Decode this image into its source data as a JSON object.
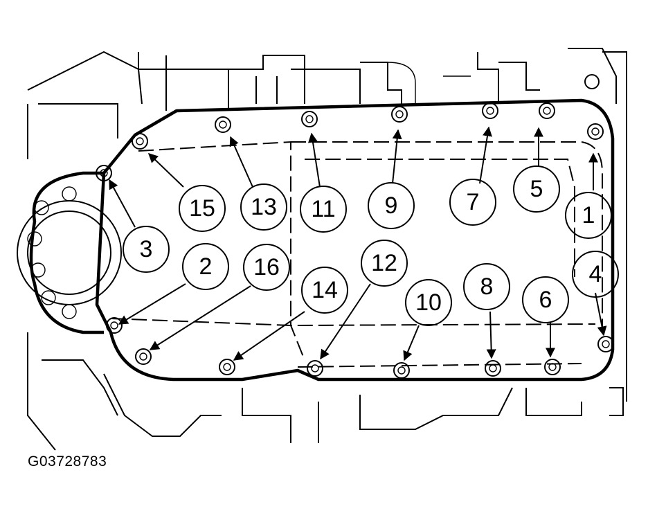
{
  "figure_code": "G03728783",
  "callouts": [
    {
      "id": "c1",
      "label": "1"
    },
    {
      "id": "c2",
      "label": "2"
    },
    {
      "id": "c3",
      "label": "3"
    },
    {
      "id": "c4",
      "label": "4"
    },
    {
      "id": "c5",
      "label": "5"
    },
    {
      "id": "c6",
      "label": "6"
    },
    {
      "id": "c7",
      "label": "7"
    },
    {
      "id": "c8",
      "label": "8"
    },
    {
      "id": "c9",
      "label": "9"
    },
    {
      "id": "c10",
      "label": "10"
    },
    {
      "id": "c11",
      "label": "11"
    },
    {
      "id": "c12",
      "label": "12"
    },
    {
      "id": "c13",
      "label": "13"
    },
    {
      "id": "c14",
      "label": "14"
    },
    {
      "id": "c15",
      "label": "15"
    },
    {
      "id": "c16",
      "label": "16"
    }
  ]
}
